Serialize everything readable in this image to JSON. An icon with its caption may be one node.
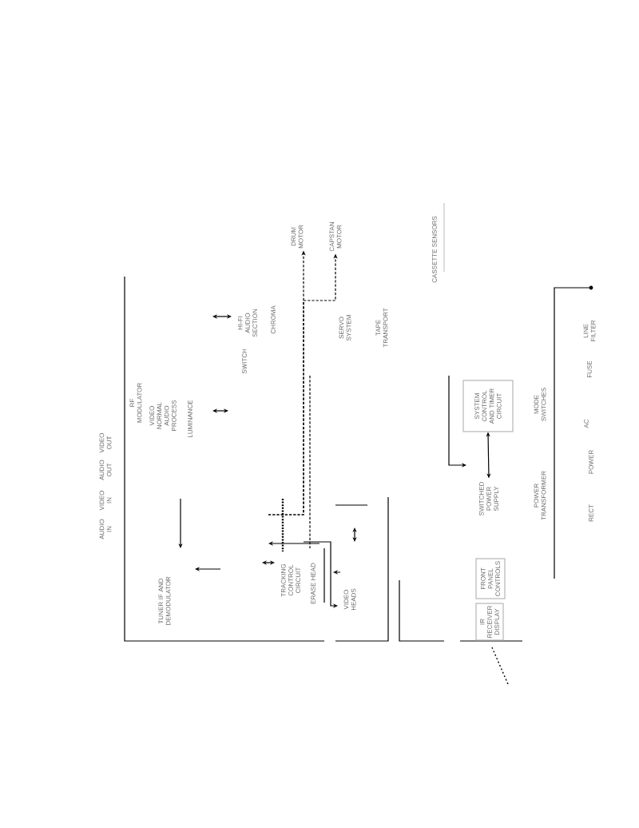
{
  "diagram": {
    "nodes": [
      {
        "text": [
          "DRUM MOTOR"
        ]
      },
      {
        "text": [
          "CAPSTAN MOTOR"
        ]
      },
      {
        "text": [
          "SYSTEM CONTROL AND TIMER CIRCUIT"
        ]
      },
      {
        "text": [
          "SWITCHED POWER SUPPLY"
        ]
      },
      {
        "text": [
          "FRONT PANEL CONTROLS"
        ]
      },
      {
        "text": [
          "IR RECEIVER",
          "DISPLAY"
        ]
      }
    ],
    "edges": [
      {
        "from": null,
        "to": 0,
        "arrow": "to",
        "style": "dashed"
      },
      {
        "from": null,
        "to": 1,
        "arrow": "to",
        "style": "dashed"
      },
      {
        "from": 2,
        "to": 3,
        "arrow": "both"
      }
    ],
    "labels": [
      "CASSETTE SENSORS",
      "HI-FI AUDIO SECTION",
      "CHROMA",
      "SERVO SYSTEM",
      "TAPE TRANSPORT",
      "LINE FILTER",
      "SWITCH",
      "FUSE",
      "RF MODULATOR",
      "VIDEO NORMAL AUDIO PROCESS",
      "LUMINANCE",
      "MODE SWITCHES",
      "AC",
      "VIDEO OUT",
      "AUDIO OUT",
      "POWER TRANSFORMER",
      "POWER",
      "VIDEO IN",
      "AUDIO IN",
      "RECT",
      "TUNER IF AND DEMODULATOR",
      "TRACKING CONTROL CIRCUIT",
      "ERASE HEAD",
      "VIDEO HEADS"
    ]
  }
}
